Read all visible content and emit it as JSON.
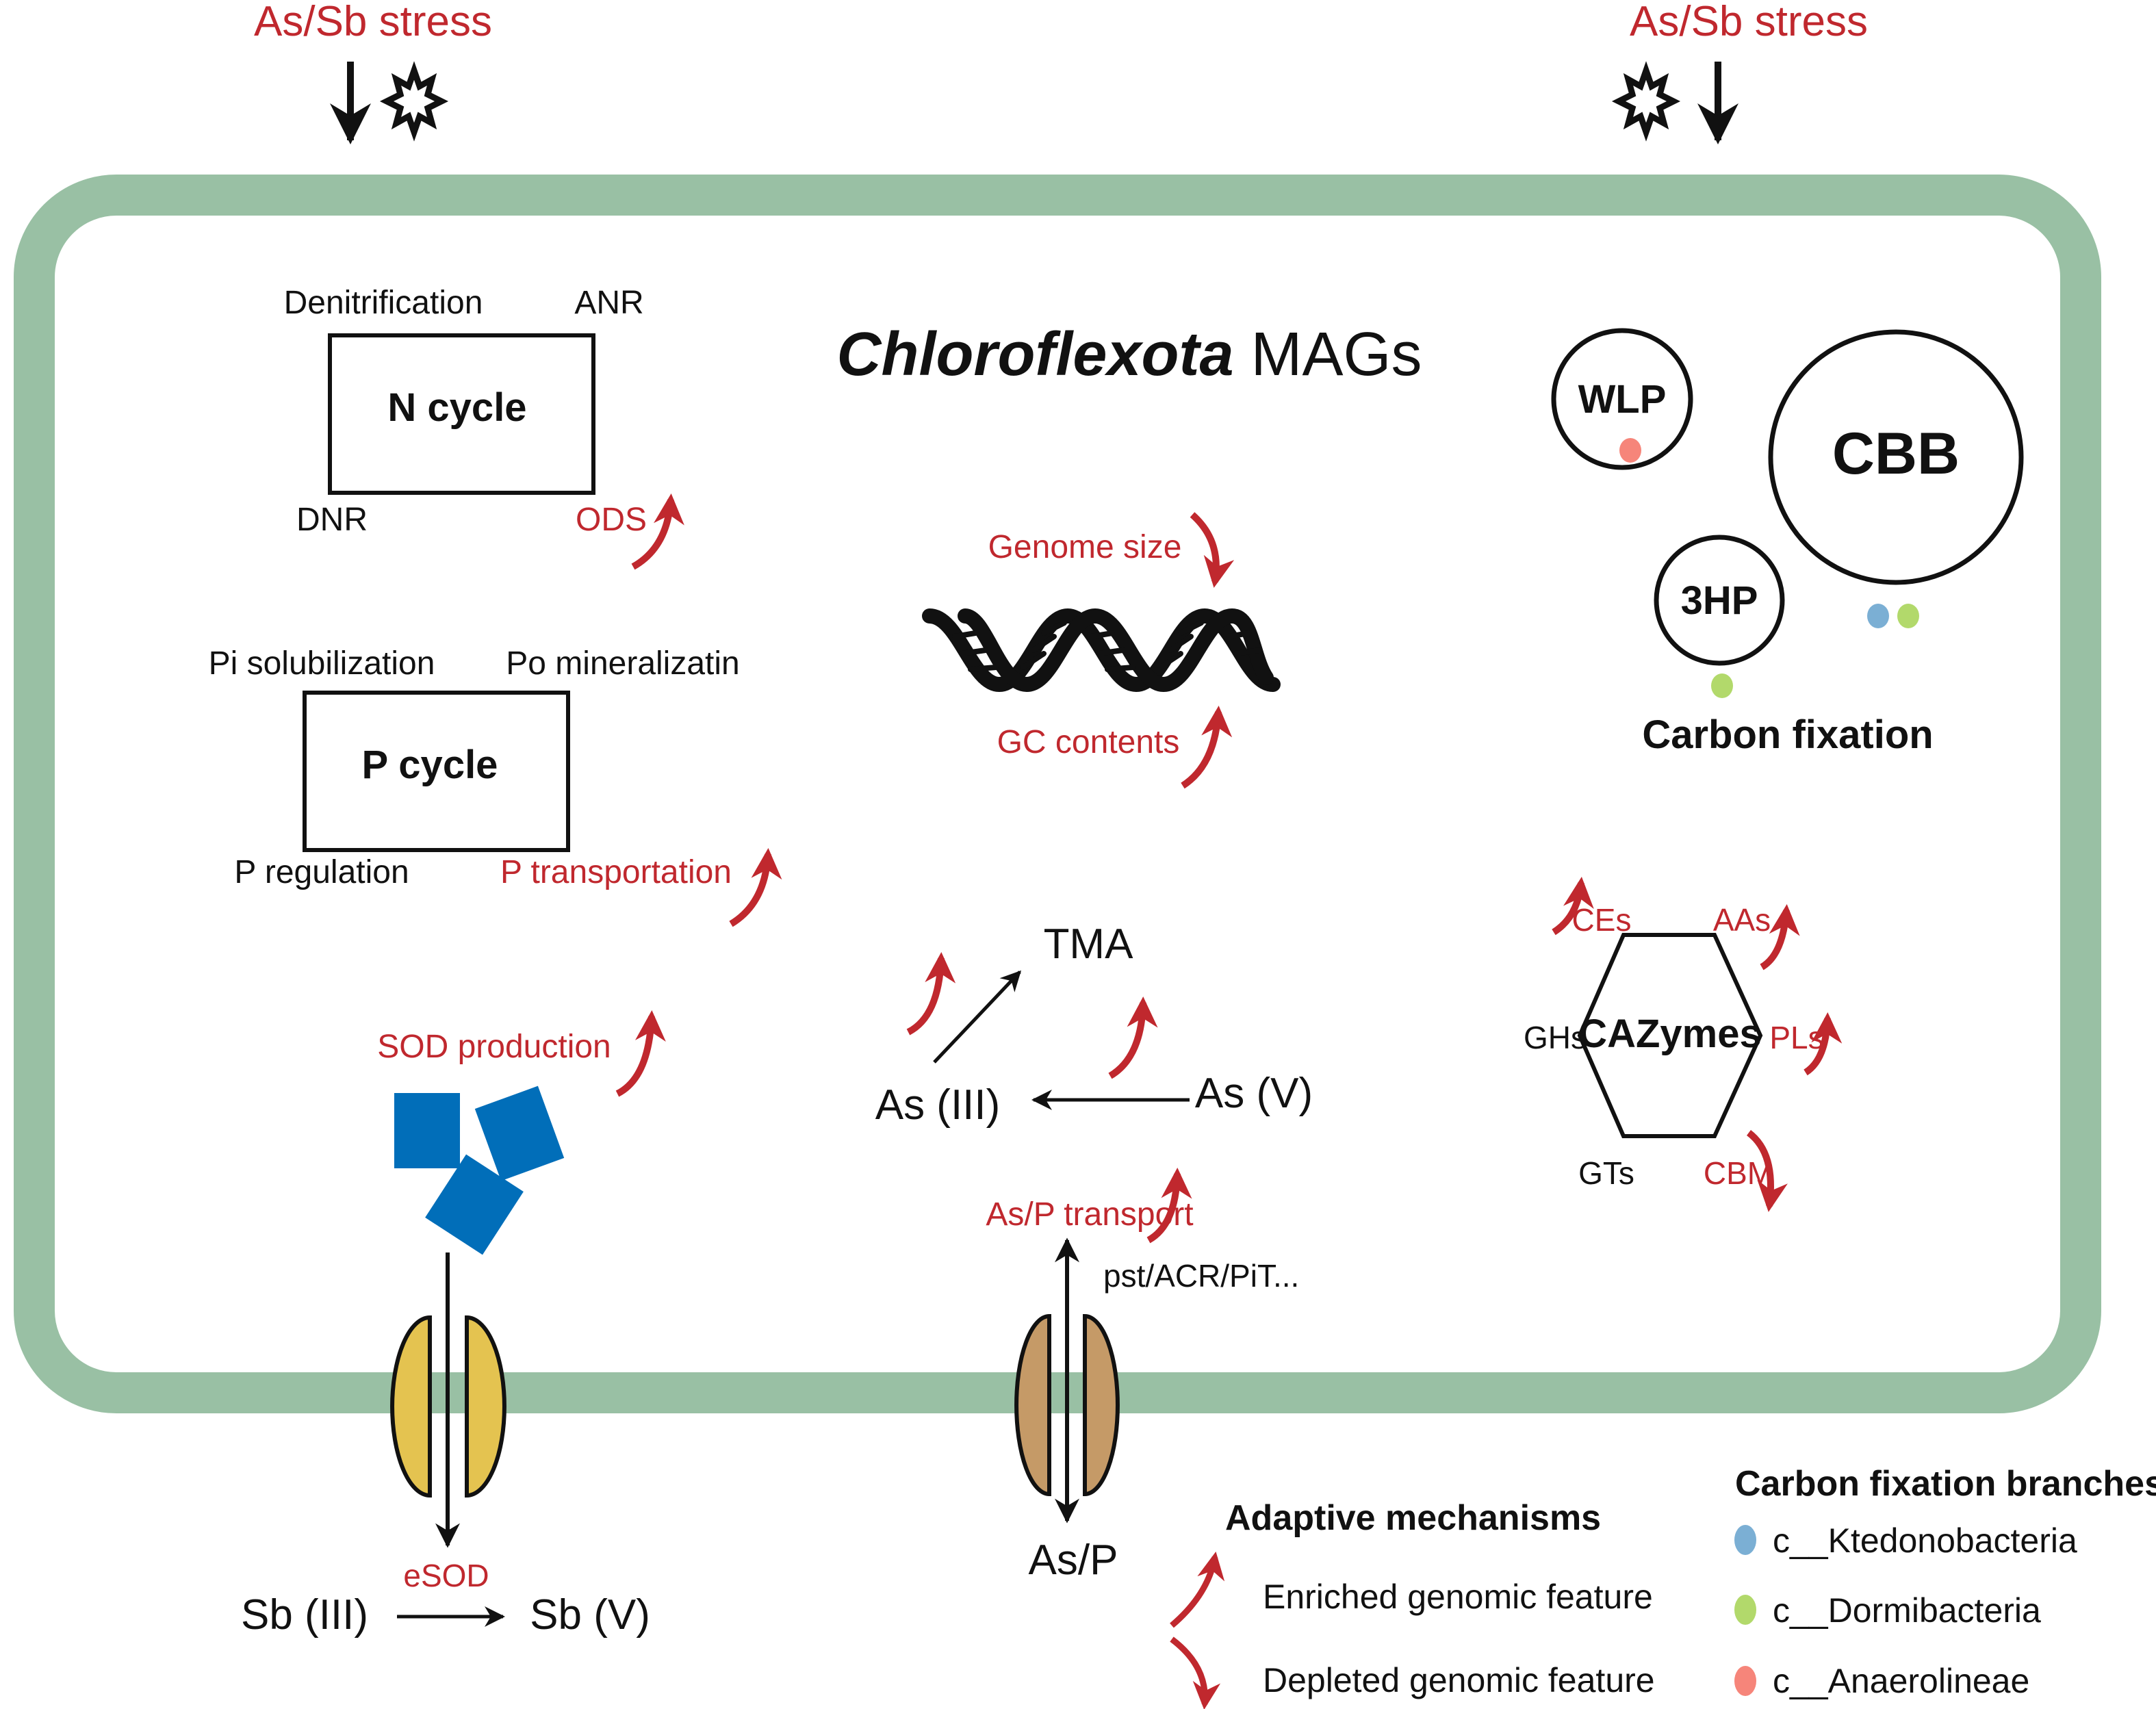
{
  "colors": {
    "membrane": "#99c0a4",
    "red": "#c0282e",
    "black": "#111111",
    "sod_blue": "#016eb9",
    "channel_yellow": "#e4c350",
    "channel_tan": "#c59a67",
    "ktedonobacteria": "#7bafd4",
    "dormibacteria": "#b2d96b",
    "anaerolineae": "#f6857a"
  },
  "stress": {
    "left_label": "As/Sb stress",
    "right_label": "As/Sb stress"
  },
  "title": {
    "italic": "Chloroflexota",
    "regular": " MAGs"
  },
  "n_cycle": {
    "title": "N cycle",
    "top_left": "Denitrification",
    "top_right": "ANR",
    "bottom_left": "DNR",
    "bottom_right": "ODS",
    "bottom_right_trend": "enriched"
  },
  "p_cycle": {
    "title": "P cycle",
    "top_left": "Pi solubilization",
    "top_right": "Po mineralizatin",
    "bottom_left": "P regulation",
    "bottom_right": "P transportation",
    "bottom_right_trend": "enriched"
  },
  "genome": {
    "size_label": "Genome size",
    "size_trend": "depleted",
    "gc_label": "GC contents",
    "gc_trend": "enriched"
  },
  "carbon_fixation": {
    "title": "Carbon fixation",
    "pathways": [
      {
        "label": "WLP",
        "branches": [
          "anaerolineae"
        ]
      },
      {
        "label": "CBB",
        "branches": [
          "ktedonobacteria",
          "dormibacteria"
        ]
      },
      {
        "label": "3HP",
        "branches": [
          "dormibacteria"
        ]
      }
    ]
  },
  "arsenic": {
    "tma": "TMA",
    "as3": "As (III)",
    "as5": "As (V)",
    "transport_label": "As/P transport",
    "transport_trend": "enriched",
    "transporter_genes": "pst/ACR/PiT...",
    "outside": "As/P"
  },
  "sod": {
    "label": "SOD production",
    "trend": "enriched",
    "esod": "eSOD",
    "sb3": "Sb (III)",
    "sb5": "Sb (V)"
  },
  "cazymes": {
    "title": "CAZymes",
    "ces": "CEs",
    "aas": "AAs",
    "ghs": "GHs",
    "pls": "PLs",
    "gts": "GTs",
    "cbm": "CBM",
    "trends": {
      "CEs": "enriched",
      "AAs": "enriched",
      "PLs": "enriched",
      "CBM": "depleted"
    }
  },
  "legend_adaptive": {
    "title": "Adaptive mechanisms",
    "items": [
      {
        "label": "Enriched genomic feature",
        "type": "enriched"
      },
      {
        "label": "Depleted genomic feature",
        "type": "depleted"
      }
    ]
  },
  "legend_branches": {
    "title": "Carbon fixation branches",
    "items": [
      {
        "label": "c__Ktedonobacteria",
        "key": "ktedonobacteria"
      },
      {
        "label": "c__Dormibacteria",
        "key": "dormibacteria"
      },
      {
        "label": "c__Anaerolineae",
        "key": "anaerolineae"
      }
    ]
  }
}
